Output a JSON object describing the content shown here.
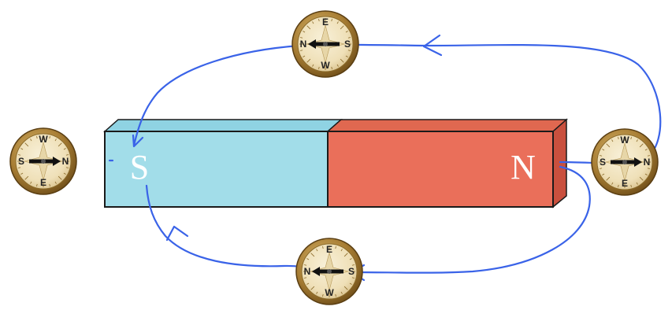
{
  "magnet": {
    "south_label": "S",
    "north_label": "N",
    "south_color": "#a2dde9",
    "north_color": "#ea6f5a",
    "top_south_color": "#8fd3e3",
    "top_north_color": "#e06850",
    "end_face_color": "#c9503e",
    "outline_color": "#1a1a1a"
  },
  "field_line_color": "#3a63e8",
  "compasses": [
    {
      "id": "top",
      "labels": {
        "top": "E",
        "left": "N",
        "right": "S",
        "bottom": "W"
      },
      "needle_points": "left"
    },
    {
      "id": "left",
      "labels": {
        "top": "W",
        "left": "S",
        "right": "N",
        "bottom": "E"
      },
      "needle_points": "right"
    },
    {
      "id": "right",
      "labels": {
        "top": "W",
        "left": "S",
        "right": "N",
        "bottom": "E"
      },
      "needle_points": "right"
    },
    {
      "id": "bottom",
      "labels": {
        "top": "E",
        "left": "N",
        "right": "S",
        "bottom": "W"
      },
      "needle_points": "left"
    }
  ]
}
